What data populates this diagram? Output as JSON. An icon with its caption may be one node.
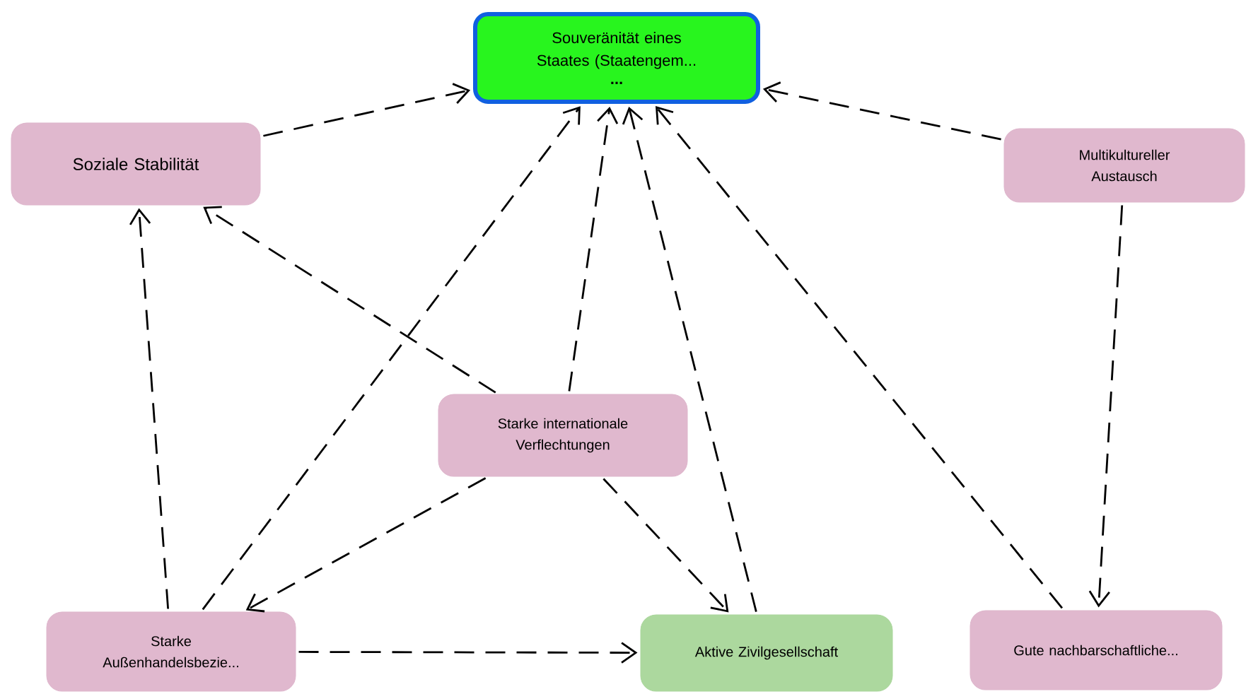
{
  "diagram": {
    "nodes": [
      {
        "text": [
          "Souveränität eines Staates (Staatengem...",
          "..."
        ]
      },
      {
        "text": [
          "Soziale Stabilität"
        ]
      },
      {
        "text": [
          "Multikultureller Austausch"
        ]
      },
      {
        "text": [
          "Starke internationale Verflechtungen"
        ]
      },
      {
        "text": [
          "Starke Außenhandelsbezie..."
        ]
      },
      {
        "text": [
          "Aktive Zivilgesellschaft"
        ]
      },
      {
        "text": [
          "Gute nachbarschaftliche..."
        ]
      }
    ],
    "edges": [
      {
        "from": 1,
        "to": 0,
        "arrow": "to",
        "style": "dashed"
      },
      {
        "from": 2,
        "to": 0,
        "arrow": "to",
        "style": "dashed"
      },
      {
        "from": 3,
        "to": 0,
        "arrow": "to",
        "style": "dashed"
      },
      {
        "from": 3,
        "to": 1,
        "arrow": "to",
        "style": "dashed"
      },
      {
        "from": 3,
        "to": 4,
        "arrow": "to",
        "style": "dashed"
      },
      {
        "from": 3,
        "to": 5,
        "arrow": "to",
        "style": "dashed"
      },
      {
        "from": 4,
        "to": 1,
        "arrow": "to",
        "style": "dashed"
      },
      {
        "from": 4,
        "to": 0,
        "arrow": "to",
        "style": "dashed"
      },
      {
        "from": 4,
        "to": 5,
        "arrow": "to",
        "style": "dashed"
      },
      {
        "from": 5,
        "to": 0,
        "arrow": "to",
        "style": "dashed"
      },
      {
        "from": 6,
        "to": 0,
        "arrow": "to",
        "style": "dashed"
      },
      {
        "from": 2,
        "to": 6,
        "arrow": "to",
        "style": "dashed"
      }
    ]
  }
}
